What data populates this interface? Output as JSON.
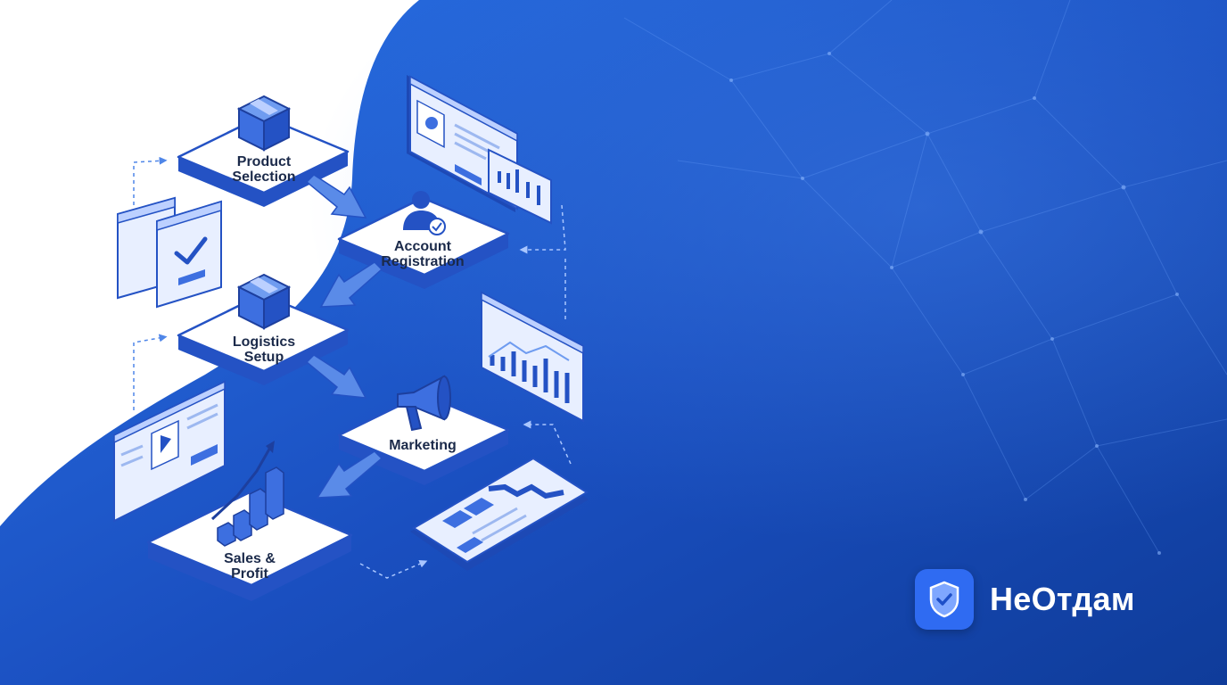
{
  "flow": {
    "steps": [
      {
        "label": "Product Selection",
        "line1": "Product",
        "line2": "Selection",
        "icon": "box-icon"
      },
      {
        "label": "Account Registration",
        "line1": "Account",
        "line2": "Registration",
        "icon": "user-check-icon"
      },
      {
        "label": "Logistics Setup",
        "line1": "Logistics",
        "line2": "Setup",
        "icon": "box-icon"
      },
      {
        "label": "Marketing",
        "line1": "Marketing",
        "line2": "",
        "icon": "megaphone-icon"
      },
      {
        "label": "Sales & Profit",
        "line1": "Sales &",
        "line2": "Profit",
        "icon": "growth-chart-icon"
      }
    ]
  },
  "brand": {
    "name": "НеОтдам",
    "icon": "shield-check-icon"
  },
  "colors": {
    "background_blue_light": "#2a6fe0",
    "background_blue_dark": "#0d3f9e",
    "accent": "#2f6bf2",
    "tile_face": "#ffffff",
    "tile_edge": "#2452c4",
    "text_dark": "#1b2a4a"
  }
}
